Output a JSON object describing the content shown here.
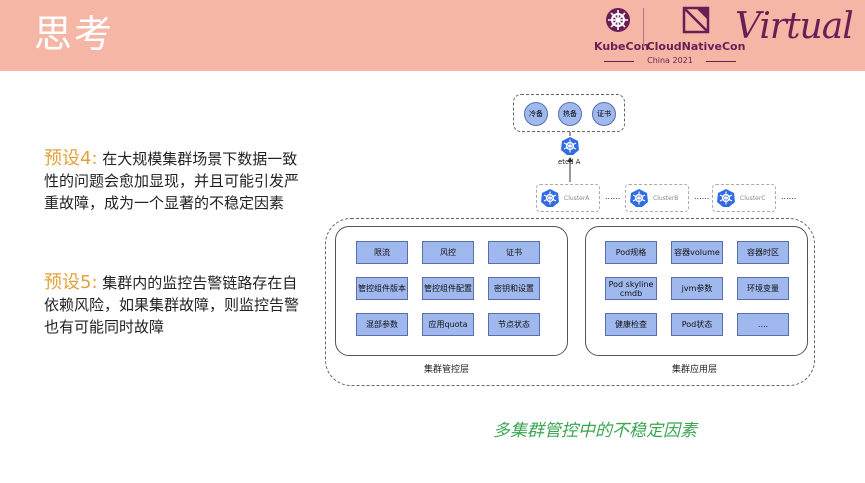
{
  "slide": {
    "title": "思考"
  },
  "logos": {
    "kubecon": "KubeCon",
    "cloudnativecon": "CloudNativeCon",
    "event": "China 2021",
    "virtual": "Virtual"
  },
  "assumptions": [
    {
      "lead": "预设4:",
      "text": " 在大规模集群场景下数据一致性的问题会愈加显现，并且可能引发严重故障，成为一个显著的不稳定因素"
    },
    {
      "lead": "预设5:",
      "text": " 集群内的监控告警链路存在自依赖风险，如果集群故障，则监控告警也有可能同时故障"
    }
  ],
  "diagram": {
    "backup": [
      "冷备",
      "热备",
      "证书"
    ],
    "etcd_label": "etcd A",
    "clusters": [
      "ClusterA",
      "ClusterB",
      "ClusterC"
    ],
    "ellipsis": "......",
    "control_nodes": [
      "限流",
      "风控",
      "证书",
      "管控组件版本",
      "管控组件配置",
      "密钥和设置",
      "混部参数",
      "应用quota",
      "节点状态"
    ],
    "control_label": "集群管控层",
    "app_nodes": [
      "Pod规格",
      "容器volume",
      "容器时区",
      "Pod skyline cmdb",
      "jvm参数",
      "环境变量",
      "健康检查",
      "Pod状态",
      "...."
    ],
    "app_label": "集群应用层",
    "caption": "多集群管控中的不稳定因素"
  },
  "colors": {
    "banner": "#f6b6a6",
    "accent": "#e0a33c",
    "node": "#9fb8ee",
    "caption": "#3aa651",
    "brand": "#6b1d55"
  }
}
